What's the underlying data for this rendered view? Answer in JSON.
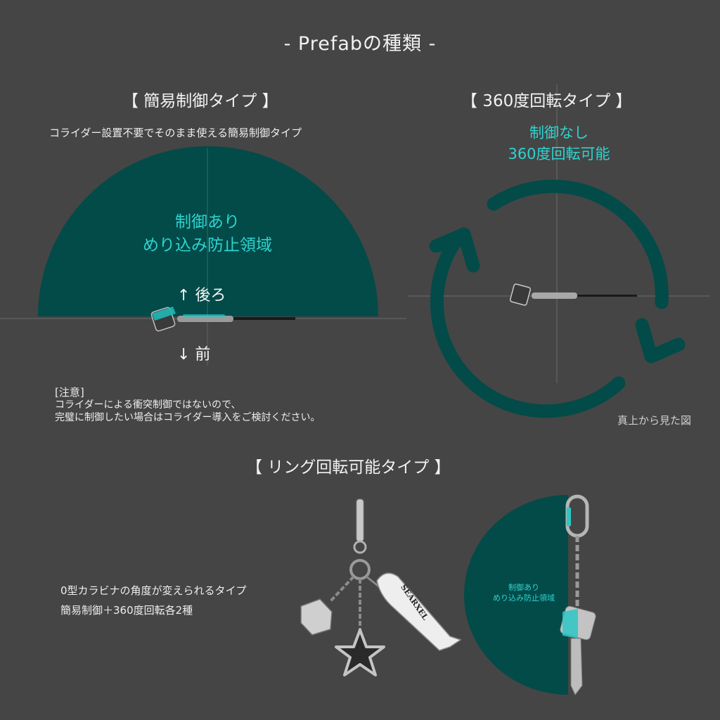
{
  "title": "- Prefabの種類 -",
  "colors": {
    "background": "#454545",
    "teal_fill": "#024b48",
    "cyan_text": "#2ed3d0",
    "white_text": "#f2f2f2"
  },
  "simple_control": {
    "heading": "【 簡易制御タイプ 】",
    "description": "コライダー設置不要でそのまま使える簡易制御タイプ",
    "zone_label_line1": "制御あり",
    "zone_label_line2": "めり込み防止領域",
    "back_label": "↑ 後ろ",
    "front_label": "↓ 前",
    "note_title": "[注意]",
    "note_line1": "コライダーによる衝突制御ではないので、",
    "note_line2": "完璧に制御したい場合はコライダー導入をご検討ください。"
  },
  "rotation_360": {
    "heading": "【 360度回転タイプ 】",
    "label_line1": "制御なし",
    "label_line2": "360度回転可能",
    "caption": "真上から見た図",
    "icon": "rotate-arrows-icon"
  },
  "ring_rotation": {
    "heading": "【 リング回転可能タイプ 】",
    "description_line1": "0型カラビナの角度が変えられるタイプ",
    "description_line2": "簡易制御＋360度回転各2種",
    "zone_label_line1": "制御あり",
    "zone_label_line2": "めり込み防止領域",
    "charm_banner_text": "SEARXEL"
  }
}
